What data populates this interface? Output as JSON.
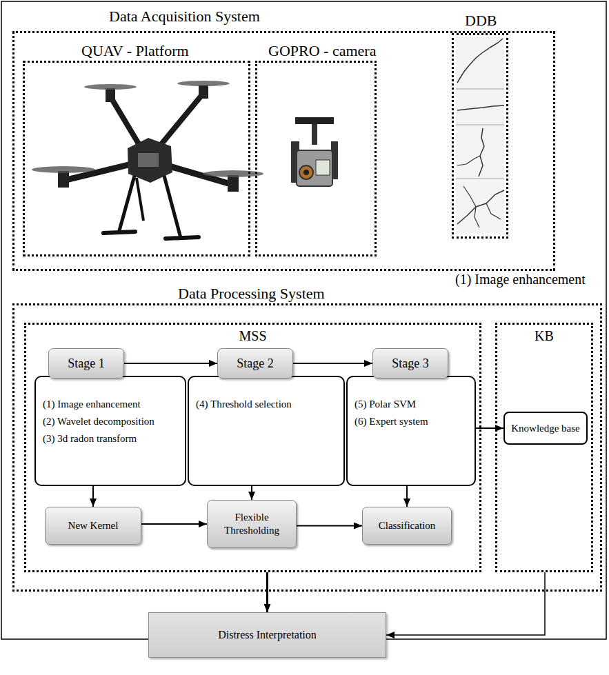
{
  "diagram": {
    "nodes": [
      {
        "text": [
          "Data Acquisition System"
        ]
      },
      {
        "text": [
          "QUAV - Platform"
        ],
        "in": 0
      },
      {
        "text": [
          "GOPRO - camera"
        ],
        "in": 0
      },
      {
        "text": [
          "DDB"
        ],
        "in": 0
      },
      {
        "text": [
          "Data Processing System"
        ]
      },
      {
        "text": [
          "MSS"
        ],
        "in": 4
      },
      {
        "text": [
          "KB"
        ],
        "in": 4
      },
      {
        "text": [
          "Stage 1"
        ],
        "in": 5
      },
      {
        "text": [
          "Stage 2"
        ],
        "in": 5
      },
      {
        "text": [
          "Stage 3"
        ],
        "in": 5
      },
      {
        "text": [
          "(1) Image enhancement",
          "(2) Wavelet decomposition",
          "(3) 3d radon transform"
        ],
        "in": 5
      },
      {
        "text": [
          "(4) Threshold selection"
        ],
        "in": 5
      },
      {
        "text": [
          "(5) Polar SVM",
          "(6) Expert system"
        ],
        "in": 5
      },
      {
        "text": [
          "Knowledge base"
        ],
        "in": 6
      },
      {
        "text": [
          "New Kernel"
        ],
        "in": 5
      },
      {
        "text": [
          "Flexible Thresholding"
        ],
        "in": 5
      },
      {
        "text": [
          "Classification"
        ],
        "in": 5
      },
      {
        "text": [
          "Distress Interpretation"
        ]
      }
    ],
    "edges": [
      {
        "from": 7,
        "to": 8,
        "arrow": "to"
      },
      {
        "from": 8,
        "to": 9,
        "arrow": "to"
      },
      {
        "from": 10,
        "to": 14,
        "arrow": "to"
      },
      {
        "from": 11,
        "to": 15,
        "arrow": "to"
      },
      {
        "from": 12,
        "to": 16,
        "arrow": "to"
      },
      {
        "from": 14,
        "to": 15,
        "arrow": "to"
      },
      {
        "from": 15,
        "to": 16,
        "arrow": "to"
      },
      {
        "from": 12,
        "to": 13,
        "arrow": "to"
      },
      {
        "from": 5,
        "to": 17,
        "arrow": "to"
      },
      {
        "from": 6,
        "to": 17,
        "arrow": "to"
      }
    ],
    "labels": [
      "(1) Image enhancement"
    ]
  }
}
